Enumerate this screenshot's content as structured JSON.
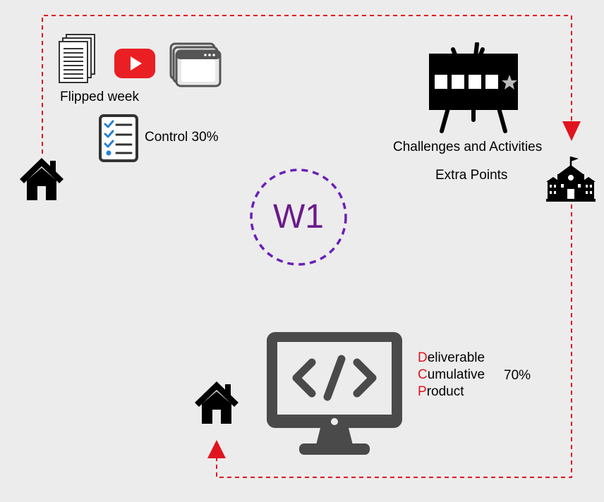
{
  "week_badge": "W1",
  "flipped": {
    "caption": "Flipped week"
  },
  "control": {
    "caption": "Control 30%"
  },
  "challenges": {
    "caption": "Challenges and Activities",
    "extra": "Extra Points"
  },
  "deliverable": {
    "lines": [
      {
        "initial": "D",
        "rest": "eliverable"
      },
      {
        "initial": "C",
        "rest": "umulative"
      },
      {
        "initial": "P",
        "rest": "roduct"
      }
    ],
    "percent": "70%"
  },
  "colors": {
    "flow_line": "#e0141e",
    "badge_ring": "#6a1fb8",
    "badge_text": "#6a1b8a",
    "icon_dark": "#000000",
    "monitor": "#4a4a4a",
    "youtube": "#ea1f24",
    "acronym_initials": "#e0141e"
  },
  "icons": [
    "home-icon",
    "documents-icon",
    "youtube-icon",
    "browser-windows-icon",
    "checklist-icon",
    "scoreboard-easel-icon",
    "school-icon",
    "code-monitor-icon"
  ]
}
